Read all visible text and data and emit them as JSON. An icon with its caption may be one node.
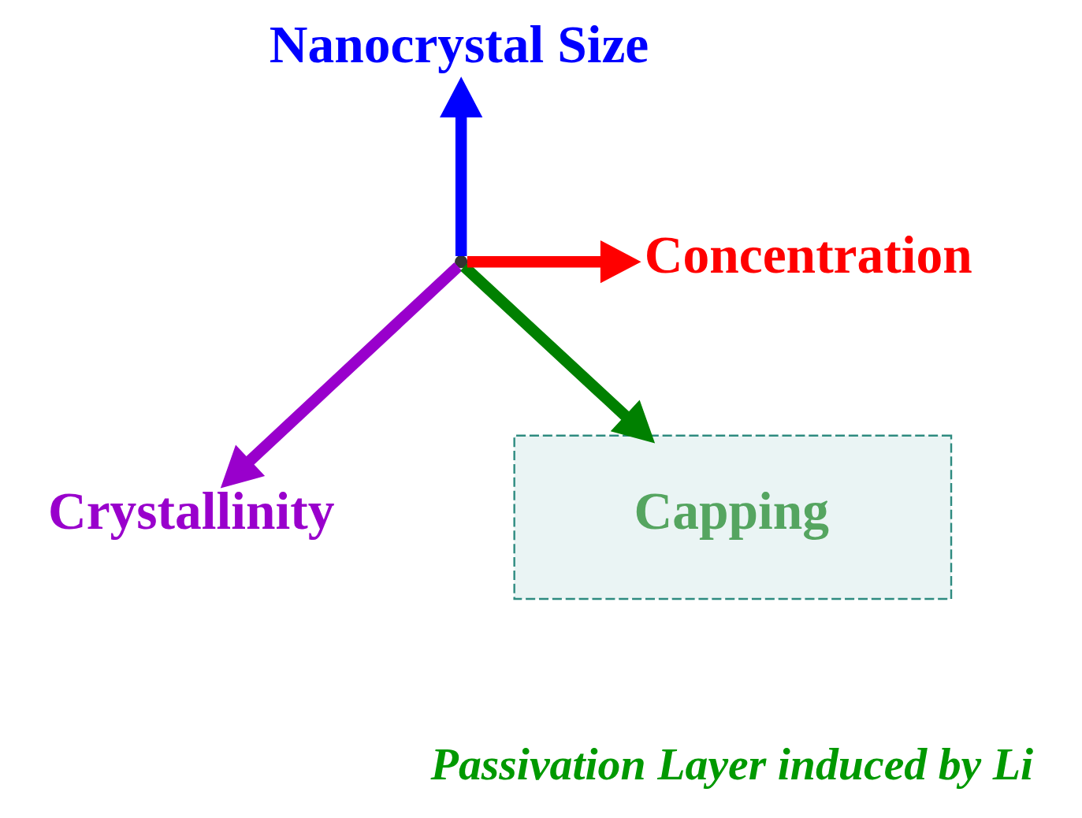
{
  "diagram": {
    "nodes": [
      {
        "text": [
          "Nanocrystal Size"
        ]
      },
      {
        "text": [
          "Concentration"
        ]
      },
      {
        "text": [],
        "shape": "point"
      },
      {
        "text": [
          "Crystallinity"
        ]
      },
      {
        "text": [
          "Capping"
        ],
        "beside": [
          "Passivation Layer induced by Li"
        ]
      }
    ],
    "edges": [
      {
        "from": 2,
        "to": 0,
        "arrow": "to",
        "color": "#0000ff"
      },
      {
        "from": 2,
        "to": 1,
        "arrow": "to",
        "color": "#ff0000"
      },
      {
        "from": 2,
        "to": 3,
        "arrow": "to",
        "color": "#9900cc"
      },
      {
        "from": 2,
        "to": 4,
        "arrow": "to",
        "color": "#008000"
      }
    ]
  }
}
